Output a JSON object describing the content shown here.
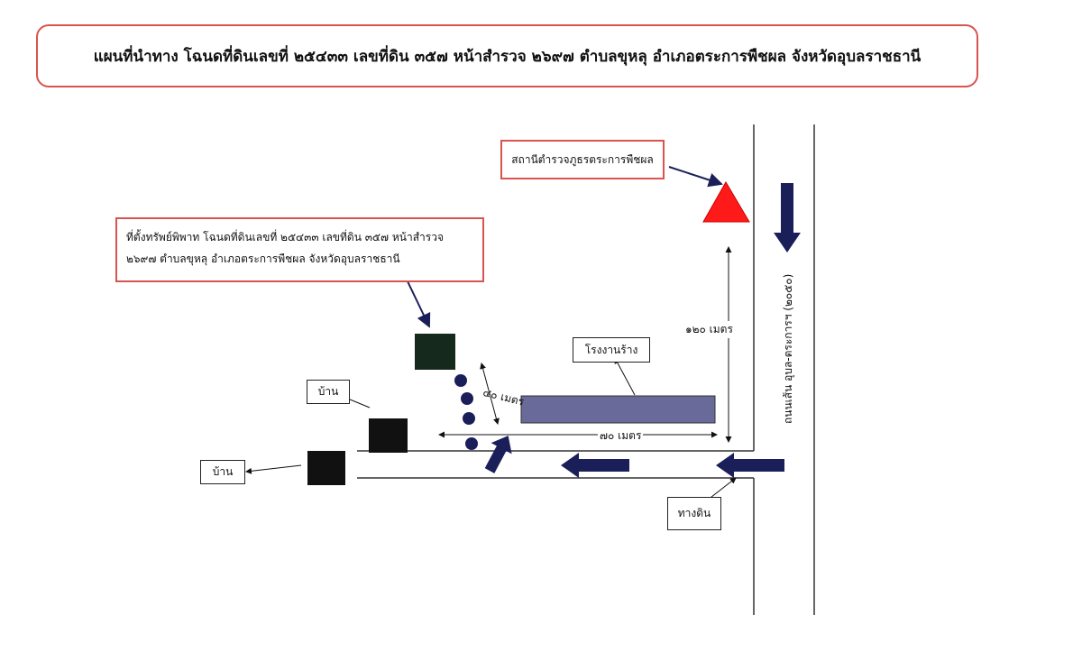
{
  "title": "แผนที่นำทาง โฉนดที่ดินเลขที่ ๒๕๔๓๓ เลขที่ดิน ๓๕๗ หน้าสำรวจ ๒๖๙๗ ตำบลขุหลุ อำเภอตระการพืชผล จังหวัดอุบลราชธานี",
  "labels": {
    "police_station": "สถานีตำรวจภูธรตระการพืชผล",
    "property_line1": "ที่ตั้งทรัพย์พิพาท โฉนดที่ดินเลขที่ ๒๕๔๓๓ เลขที่ดิน ๓๕๗ หน้าสำรวจ",
    "property_line2": "๒๖๙๗ ตำบลขุหลุ อำเภอตระการพืชผล จังหวัดอุบลราชธานี",
    "factory": "โรงงานร้าง",
    "house_1": "บ้าน",
    "house_2": "บ้าน",
    "dirt_road": "ทางดิน",
    "highway": "ถนนเส้น อุบล-ตระการฯ (๒๐๕๐)"
  },
  "distances": {
    "d120": "๑๒๐ เมตร",
    "d40": "๔๐ เมตร",
    "d70": "๗๐ เมตร"
  },
  "colors": {
    "police_marker": "#ff1a1a",
    "arrow": "#1a1f5a",
    "factory_fill": "#6a6a9a",
    "building": "#111111",
    "border_red": "#d9534f"
  }
}
